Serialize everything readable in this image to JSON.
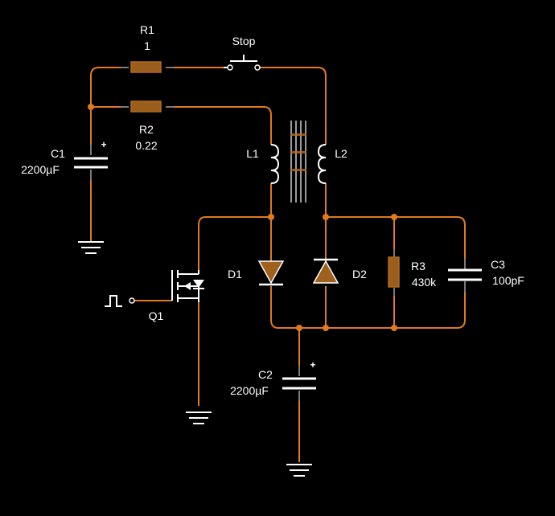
{
  "colors": {
    "background": "#000000",
    "wire": "#e07a1c",
    "lead": "#808080",
    "component_body": "#8b5a1e",
    "component_fill": "#a0601e",
    "symbol": "#ffffff",
    "junction": "#e07a1c"
  },
  "components": {
    "r1": {
      "name": "R1",
      "value": "1"
    },
    "r2": {
      "name": "R2",
      "value": "0.22"
    },
    "stop": {
      "name": "Stop"
    },
    "c1": {
      "name": "C1",
      "value": "2200µF",
      "polarity": "+"
    },
    "c2": {
      "name": "C2",
      "value": "2200µF",
      "polarity": "+"
    },
    "c3": {
      "name": "C3",
      "value": "100pF"
    },
    "r3": {
      "name": "R3",
      "value": "430k"
    },
    "l1": {
      "name": "L1"
    },
    "l2": {
      "name": "L2"
    },
    "d1": {
      "name": "D1"
    },
    "d2": {
      "name": "D2"
    },
    "q1": {
      "name": "Q1"
    }
  },
  "icons": [
    "ground-icon",
    "pulse-source-icon",
    "switch-icon"
  ]
}
